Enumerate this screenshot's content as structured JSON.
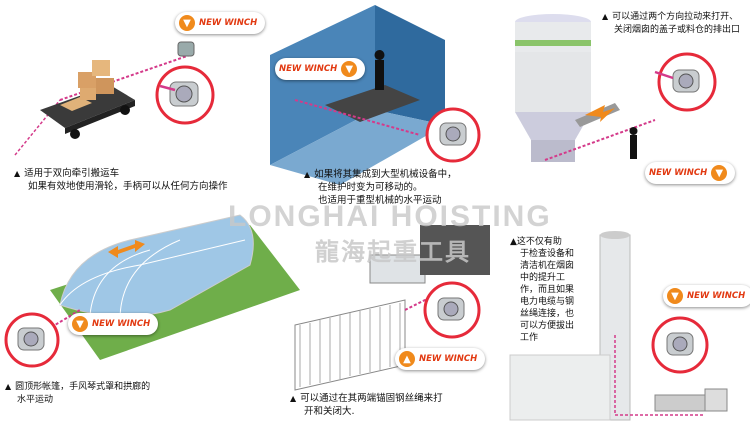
{
  "badges": {
    "badge_1": "NEW WINCH",
    "badge_2": "NEW WINCH",
    "badge_3": "NEW WINCH",
    "badge_4": "NEW WINCH",
    "badge_5": "NEW WINCH",
    "badge_6": "NEW WINCH"
  },
  "captions": {
    "cart_line1": "适用于双向牵引搬运车",
    "cart_line2": "如果有效地使用滑轮，手柄可以从任何方向操作",
    "machine_line1": "如果将其集成到大型机械设备中，",
    "machine_line2": "在维护时变为可移动的。",
    "machine_line3": "也适用于重型机械的水平运动",
    "silo_line1": "可以通过两个方向拉动来打开、",
    "silo_line2": "关闭烟囱的盖子或料仓的排出口",
    "dome_line1": "圆顶形帐篷，手风琴式罩和拱廊的",
    "dome_line2": "水平运动",
    "fence_line1": "可以通过在其两端锚固钢丝绳来打",
    "fence_line2": "开和关闭大.",
    "chimney_line1": "这不仅有助",
    "chimney_line2": "于检查设备和",
    "chimney_line3": "清洁机在烟囱",
    "chimney_line4": "中的提升工",
    "chimney_line5": "作，而且如果",
    "chimney_line6": "电力电缆与钢",
    "chimney_line7": "丝绳连接，也",
    "chimney_line8": "可以方便拔出",
    "chimney_line9": "工作"
  },
  "watermark": {
    "latin": "LONGHAI HOISTING",
    "chinese": "龍海起重工具"
  },
  "colors": {
    "accent_orange": "#f08a1c",
    "badge_text": "#e23a12",
    "rope_pink": "#d43a8a",
    "circle_red": "#e62a3a"
  }
}
